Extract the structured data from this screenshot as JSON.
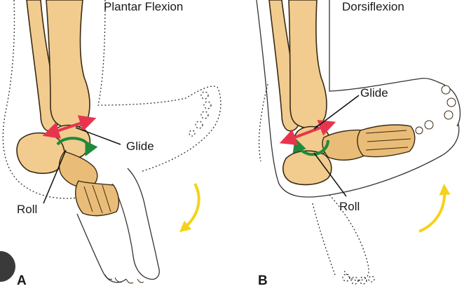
{
  "panel_a": {
    "title": "Plantar Flexion",
    "letter": "A",
    "glide_label": "Glide",
    "roll_label": "Roll"
  },
  "panel_b": {
    "title": "Dorsiflexion",
    "letter": "B",
    "glide_label": "Glide",
    "roll_label": "Roll"
  },
  "colors": {
    "bone": "#f1cc8e",
    "glide_arrow": "#e8344f",
    "roll_arrow": "#1e8a3c",
    "motion_arrow": "#f5d21a"
  },
  "icons": [
    "scroll-handle-icon"
  ]
}
